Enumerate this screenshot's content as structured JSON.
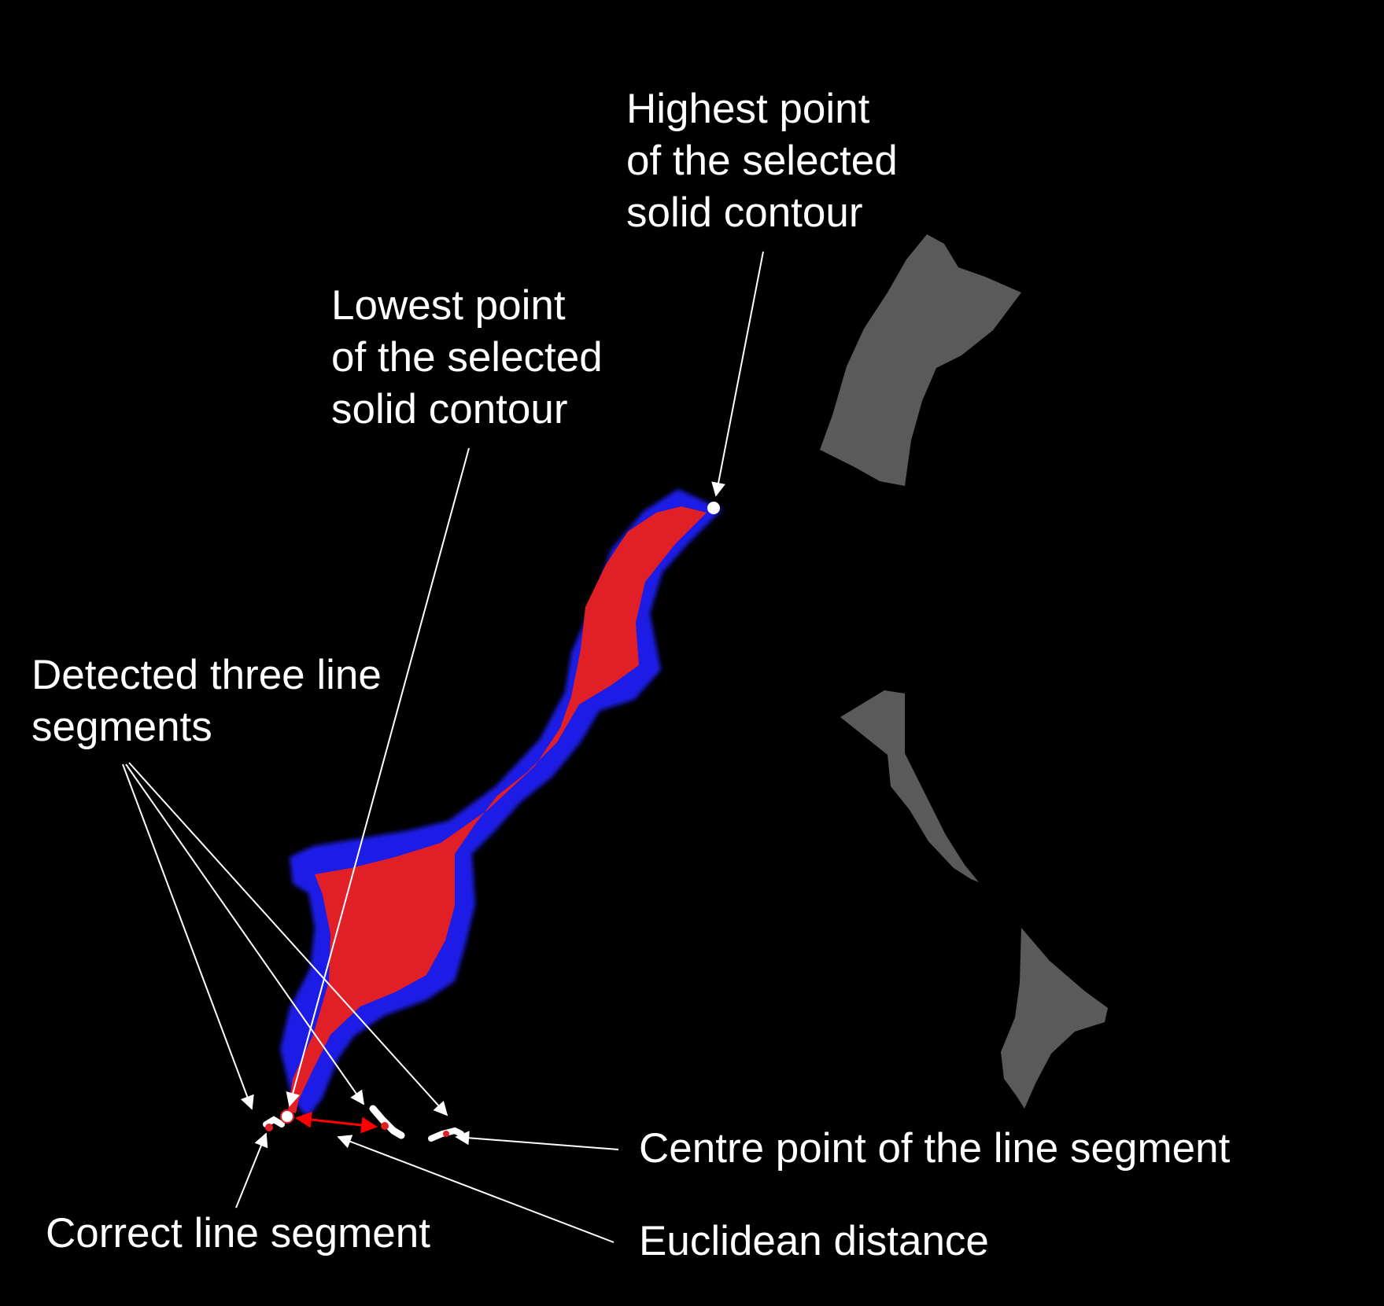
{
  "labels": {
    "highest_point": [
      "Highest point",
      "of the selected",
      "solid contour"
    ],
    "lowest_point": [
      "Lowest point",
      "of the selected",
      "solid contour"
    ],
    "detected_segments": [
      "Detected three line",
      "segments"
    ],
    "centre_point": "Centre point of the line segment",
    "correct_segment": "Correct line segment",
    "euclidean_distance": "Euclidean distance"
  },
  "colors": {
    "background": "#000000",
    "selected_contour_fill": "#e01f26",
    "selected_contour_outline": "#1f1fe6",
    "other_contours": "#5a5a5a",
    "annotation": "#ffffff",
    "distance_arrow": "#ff0000",
    "segment_centre": "#e01f26"
  }
}
